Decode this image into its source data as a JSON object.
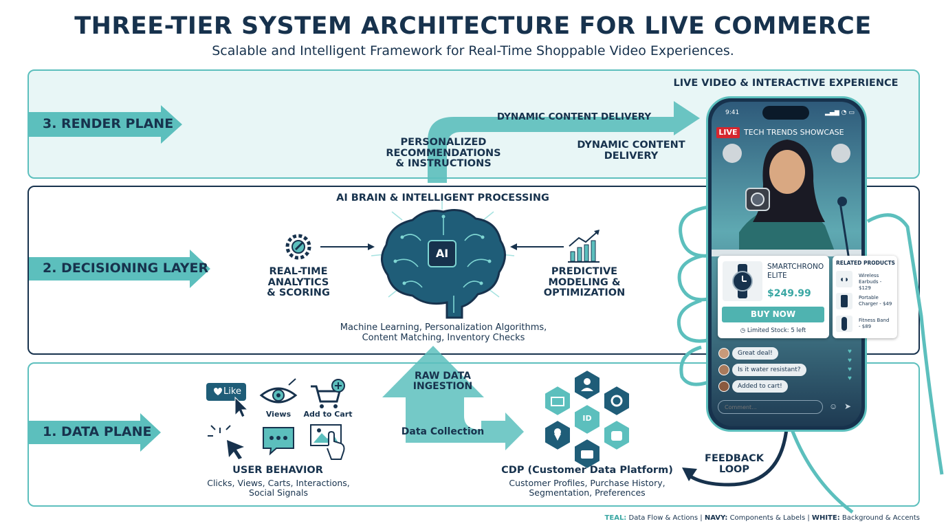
{
  "header": {
    "title": "THREE-TIER SYSTEM ARCHITECTURE FOR LIVE COMMERCE",
    "subtitle": "Scalable and Intelligent Framework for Real-Time Shoppable Video Experiences."
  },
  "colors": {
    "teal": "#5cbfbd",
    "navy": "#17324d",
    "light_teal": "#e8f6f6",
    "white": "#ffffff",
    "live_red": "#d6262e"
  },
  "layers": {
    "render": {
      "label": "3. RENDER PLANE",
      "flow_label": "DYNAMIC CONTENT DELIVERY",
      "recommendations": [
        "PERSONALIZED",
        "RECOMMENDATIONS",
        "& INSTRUCTIONS"
      ],
      "delivery": [
        "DYNAMIC CONTENT",
        "DELIVERY"
      ],
      "experience_title": "LIVE VIDEO & INTERACTIVE EXPERIENCE"
    },
    "decisioning": {
      "label": "2. DECISIONING LAYER",
      "brain_title": "AI BRAIN & INTELLIGENT PROCESSING",
      "brain_badge": "AI",
      "brain_desc": [
        "Machine Learning, Personalization Algorithms,",
        "Content Matching, Inventory Checks"
      ],
      "analytics": [
        "REAL-TIME",
        "ANALYTICS",
        "& SCORING"
      ],
      "predictive": [
        "PREDICTIVE",
        "MODELING &",
        "OPTIMIZATION"
      ]
    },
    "data": {
      "label": "1. DATA PLANE",
      "ingestion": [
        "RAW DATA",
        "INGESTION"
      ],
      "collection": "Data Collection",
      "behavior_title": "USER BEHAVIOR",
      "behavior_desc": [
        "Clicks, Views, Carts, Interactions,",
        "Social Signals"
      ],
      "like_label": "Like",
      "views_label": "Views",
      "cart_label": "Add to Cart",
      "cdp_title": "CDP (Customer Data Platform)",
      "cdp_desc": [
        "Customer Profiles, Purchase History,",
        "Segmentation, Preferences"
      ],
      "cdp_badge": "ID",
      "feedback": [
        "FEEDBACK",
        "LOOP"
      ]
    }
  },
  "phone": {
    "time": "9:41",
    "live_badge": "LIVE",
    "stream_title": "TECH TRENDS SHOWCASE",
    "product": {
      "name": [
        "SMARTCHRONO",
        "ELITE"
      ],
      "price": "$249.99",
      "buy_label": "BUY NOW",
      "stock": "Limited Stock: 5 left"
    },
    "related_title": "RELATED PRODUCTS",
    "related": [
      {
        "name": [
          "Wireless",
          "Earbuds - $129"
        ]
      },
      {
        "name": [
          "Portable",
          "Charger - $49"
        ]
      },
      {
        "name": [
          "Fitness Band",
          "- $89"
        ]
      }
    ],
    "chat": [
      "Great deal!",
      "Is it water resistant?",
      "Added to cart!"
    ],
    "comment_placeholder": "Comment..."
  },
  "legend": {
    "teal_key": "TEAL:",
    "teal_val": "Data Flow & Actions",
    "navy_key": "NAVY:",
    "navy_val": "Components & Labels",
    "white_key": "WHITE:",
    "white_val": "Background & Accents",
    "separator": "|"
  }
}
